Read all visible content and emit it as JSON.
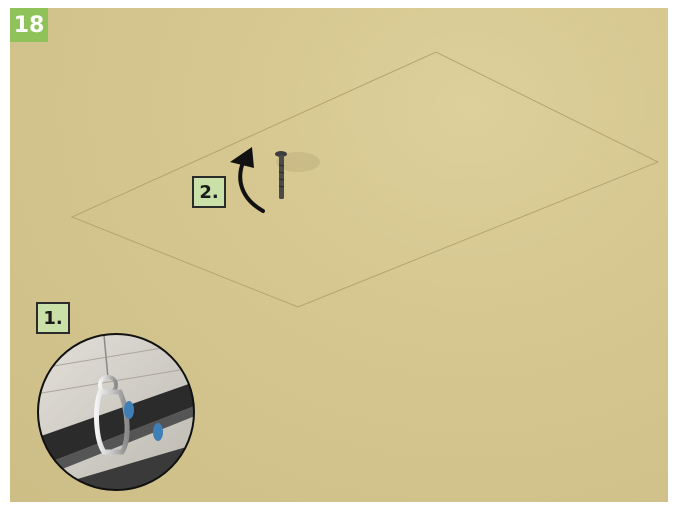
{
  "step_number": "18",
  "labels": {
    "step_1": "1.",
    "step_2": "2."
  },
  "colors": {
    "badge": "#8fc35a",
    "label_fill": "#c9e0a8",
    "background": "#d6c690"
  },
  "icons": [
    "screw-icon",
    "rotate-arrow-icon",
    "carabiner-detail-icon"
  ]
}
